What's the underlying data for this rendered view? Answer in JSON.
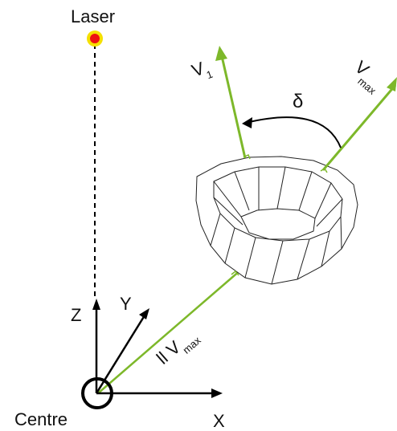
{
  "labels": {
    "laser": "Laser",
    "centre": "Centre",
    "x_axis": "X",
    "y_axis": "Y",
    "z_axis": "Z",
    "v1_main": "V",
    "v1_sub": "1",
    "vmax_main": "V",
    "vmax_sub": "max",
    "delta": "δ",
    "parallel_prefix": "ll",
    "parallel_main": "V",
    "parallel_sub": "max"
  },
  "colors": {
    "vector_green": "#7db82a",
    "laser_red": "#ee1111",
    "laser_halo": "#f5e000",
    "line_black": "#000000"
  }
}
